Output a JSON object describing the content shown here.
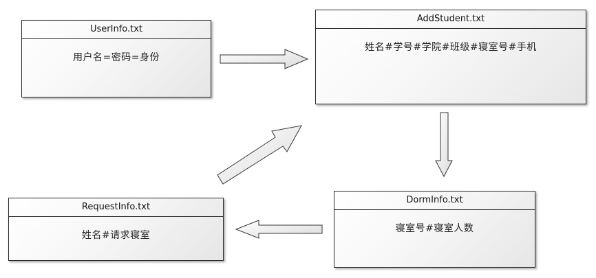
{
  "nodes": {
    "userinfo": {
      "title": "UserInfo.txt",
      "content": "用户名=密码=身份"
    },
    "addstudent": {
      "title": "AddStudent.txt",
      "content": "姓名#学号#学院#班级#寝室号#手机"
    },
    "dorminfo": {
      "title": "DormInfo.txt",
      "content": "寝室号#寝室人数"
    },
    "requestinfo": {
      "title": "RequestInfo.txt",
      "content": "姓名#请求寝室"
    }
  },
  "edges": [
    {
      "from": "UserInfo.txt",
      "to": "AddStudent.txt"
    },
    {
      "from": "AddStudent.txt",
      "to": "DormInfo.txt"
    },
    {
      "from": "DormInfo.txt",
      "to": "RequestInfo.txt"
    },
    {
      "from": "RequestInfo.txt",
      "to": "AddStudent.txt"
    }
  ]
}
